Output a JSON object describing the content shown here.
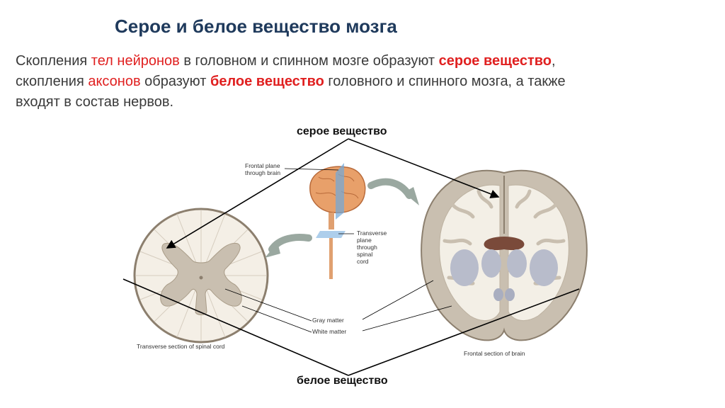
{
  "title": "Серое и белое вещество мозга",
  "paragraph": {
    "p1": "Скопления ",
    "p2": "тел нейронов",
    "p3": " в головном и спинном мозге образуют ",
    "p4": "серое вещество",
    "p5": ",",
    "p6": "скопления ",
    "p7": "аксонов",
    "p8": " образуют ",
    "p9": "белое вещество",
    "p10": " головного и спинного мозга, а также",
    "p11": "входят в состав нервов."
  },
  "diagram": {
    "label_gray": "серое вещество",
    "label_white": "белое вещество",
    "frontal_plane": [
      "Frontal plane",
      "through brain"
    ],
    "transverse_plane": [
      "Transverse",
      "plane",
      "through",
      "spinal",
      "cord"
    ],
    "gray_matter": "Gray matter",
    "white_matter": "White matter",
    "caption_spinal": "Transverse section of spinal cord",
    "caption_brain": "Frontal section of brain"
  },
  "colors": {
    "title": "#1f3a5c",
    "highlight": "#e02020",
    "gray_matter": "#c9bfb0",
    "white_matter": "#f3efe6"
  }
}
